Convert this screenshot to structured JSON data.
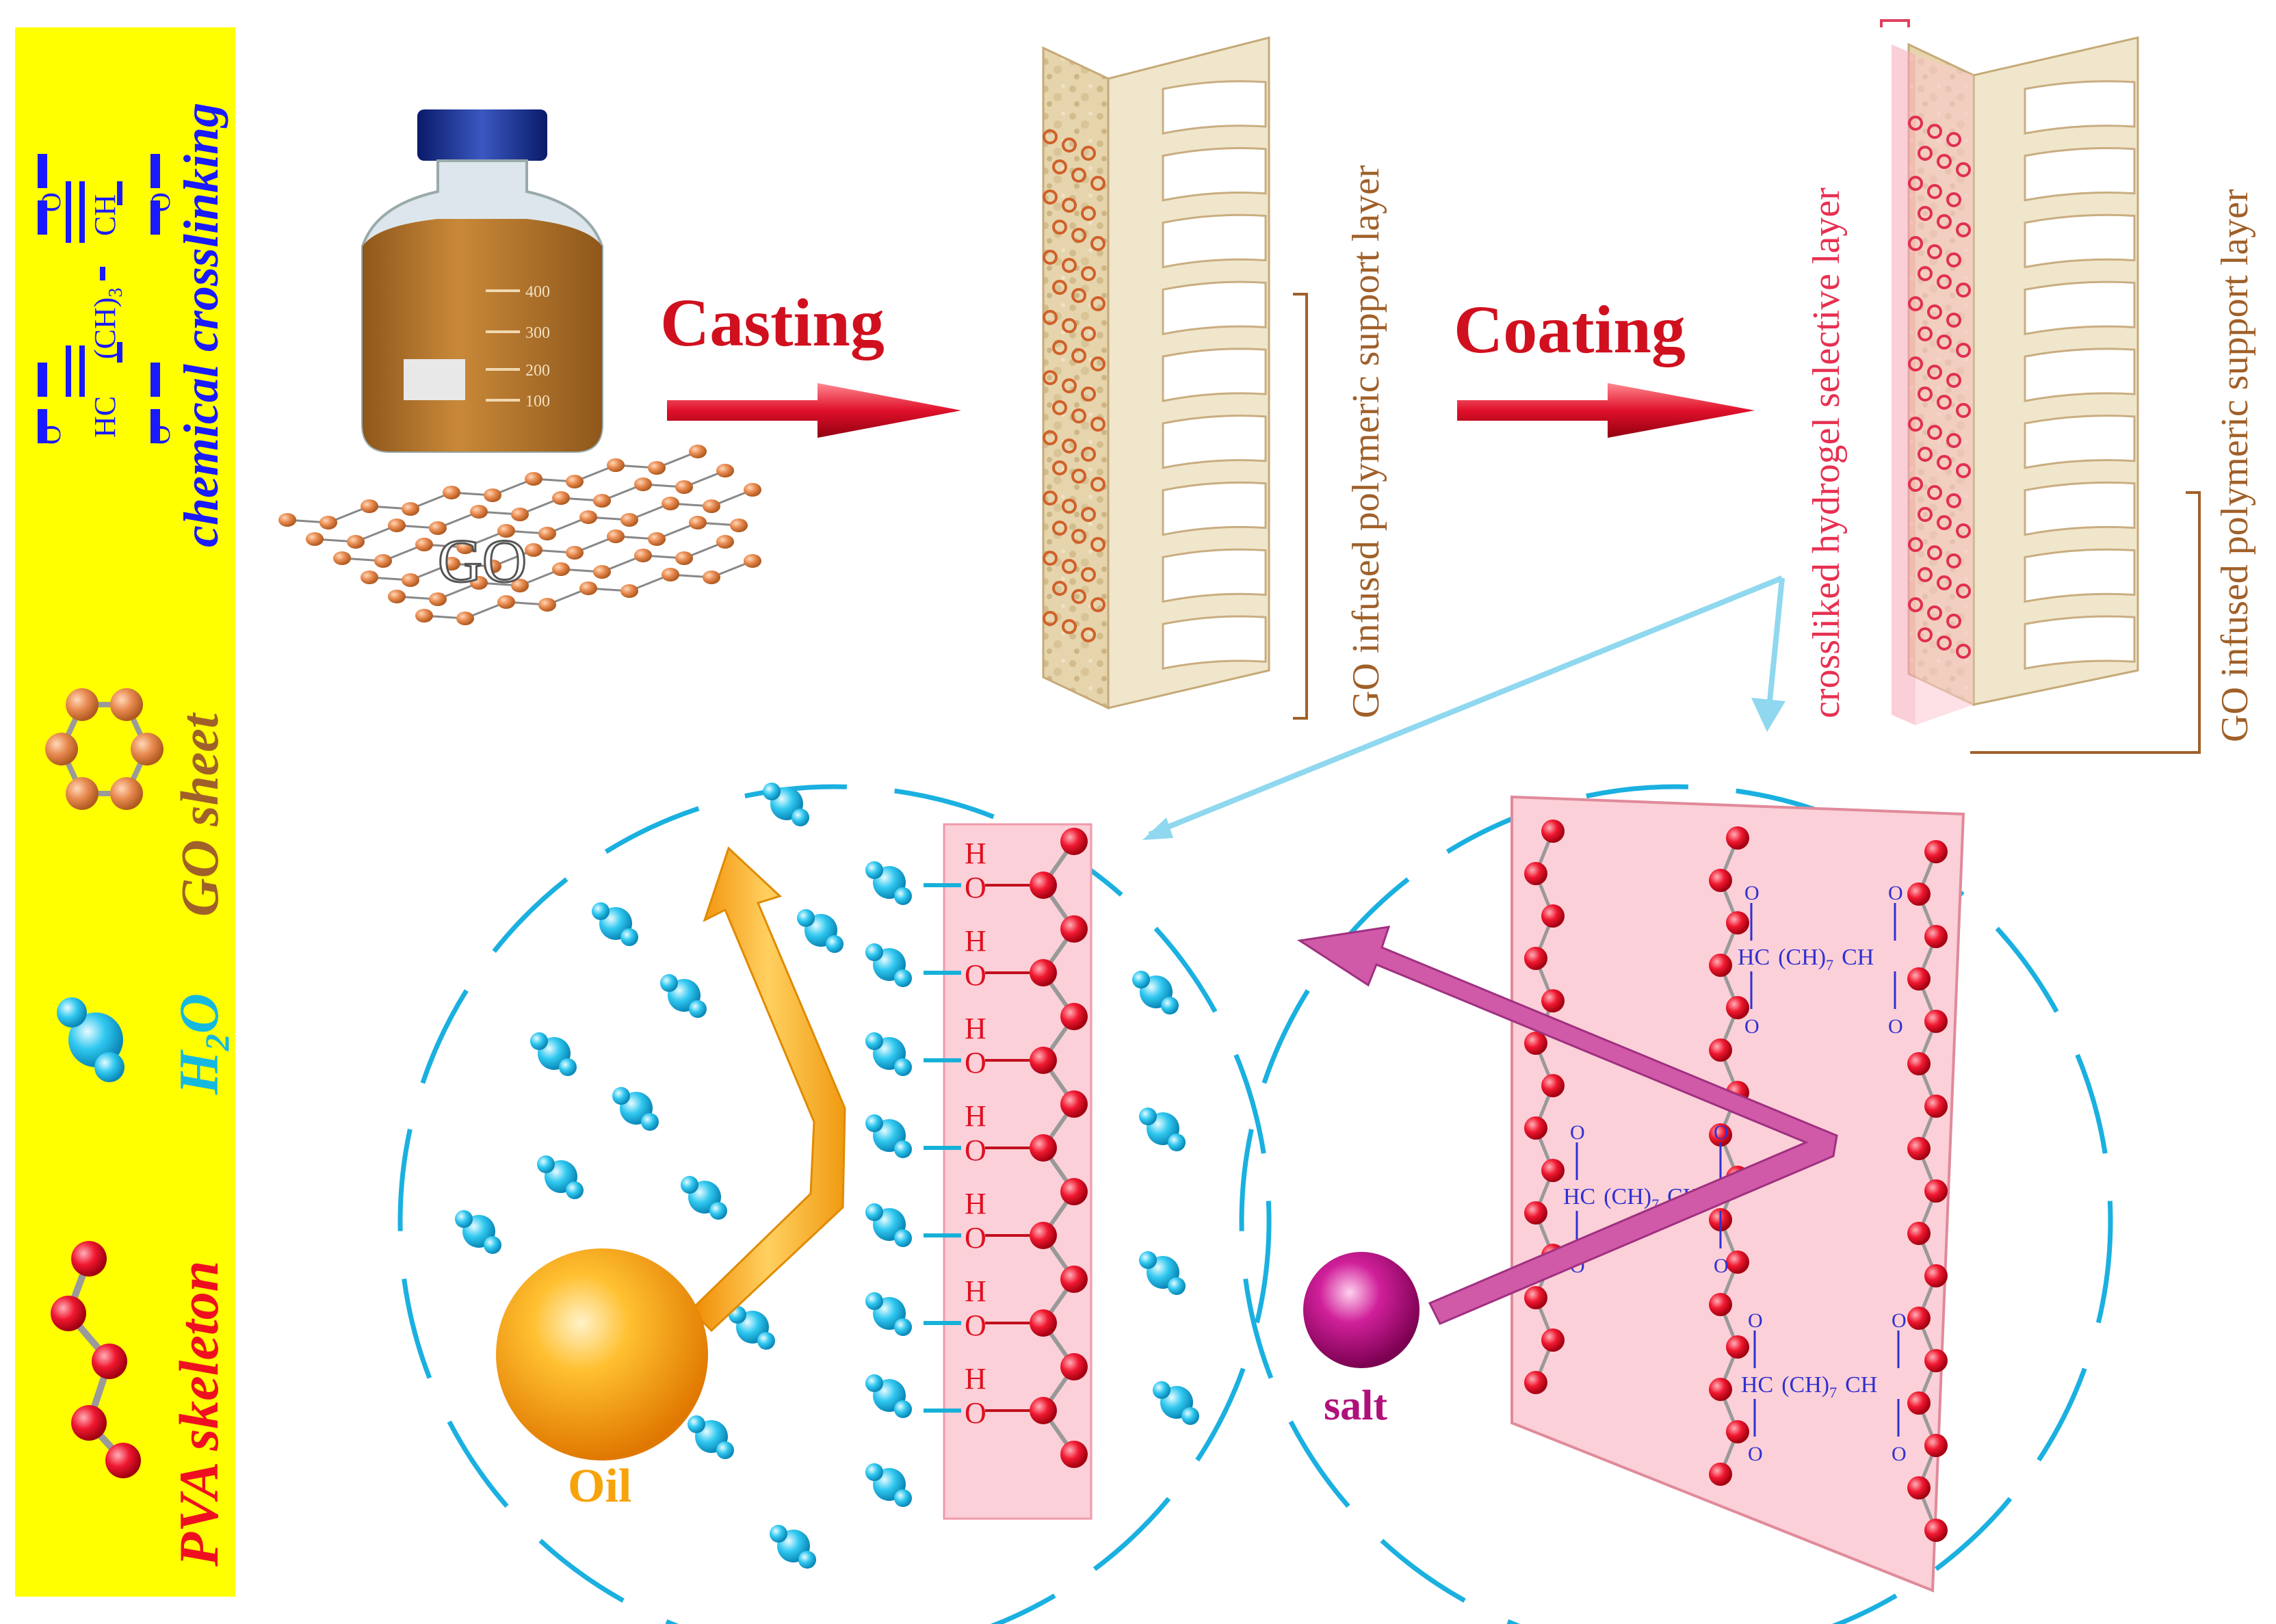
{
  "legend": {
    "crosslinking_label": "chemical crosslinking",
    "go_sheet_label": "GO sheet",
    "water_label_main": "H",
    "water_label_sub": "2",
    "water_label_tail": "O",
    "pva_label": "PVA skeleton",
    "crosslinker_formula": {
      "left_group": "HC",
      "chain": "(CH)",
      "chain_sub": "3",
      "right_group": "CH",
      "oxygen": "O"
    }
  },
  "process": {
    "go_label": "GO",
    "bottle_marks": [
      "400",
      "300",
      "200",
      "100"
    ],
    "step1_label": "Casting",
    "step2_label": "Coating",
    "support_layer_label": "GO infused polymeric support layer",
    "selective_layer_label": "crossliked hydrogel selective layer",
    "support_layer_label_2": "GO infused polymeric support layer"
  },
  "detail": {
    "oil_label": "Oil",
    "salt_label": "salt",
    "hydroxyl_label": "O",
    "hydrogen_label": "H",
    "crosslink_formula_small": {
      "left_group": "HC",
      "chain": "(CH)",
      "chain_sub": "7",
      "right_group": "CH",
      "oxygen": "O"
    }
  },
  "colors": {
    "legend_bg": "#ffff00",
    "crosslink_blue": "#1a1aff",
    "go_brown": "#a0602a",
    "water_cyan": "#15b9e0",
    "pva_red": "#e8102a",
    "arrow_red": "#e0102a",
    "oil_orange": "#f7a30a",
    "salt_magenta": "#b0107a",
    "membrane_pink": "#fbd3da",
    "dash_cyan": "#1ab0e0",
    "support_tan": "#e2cfa6"
  }
}
